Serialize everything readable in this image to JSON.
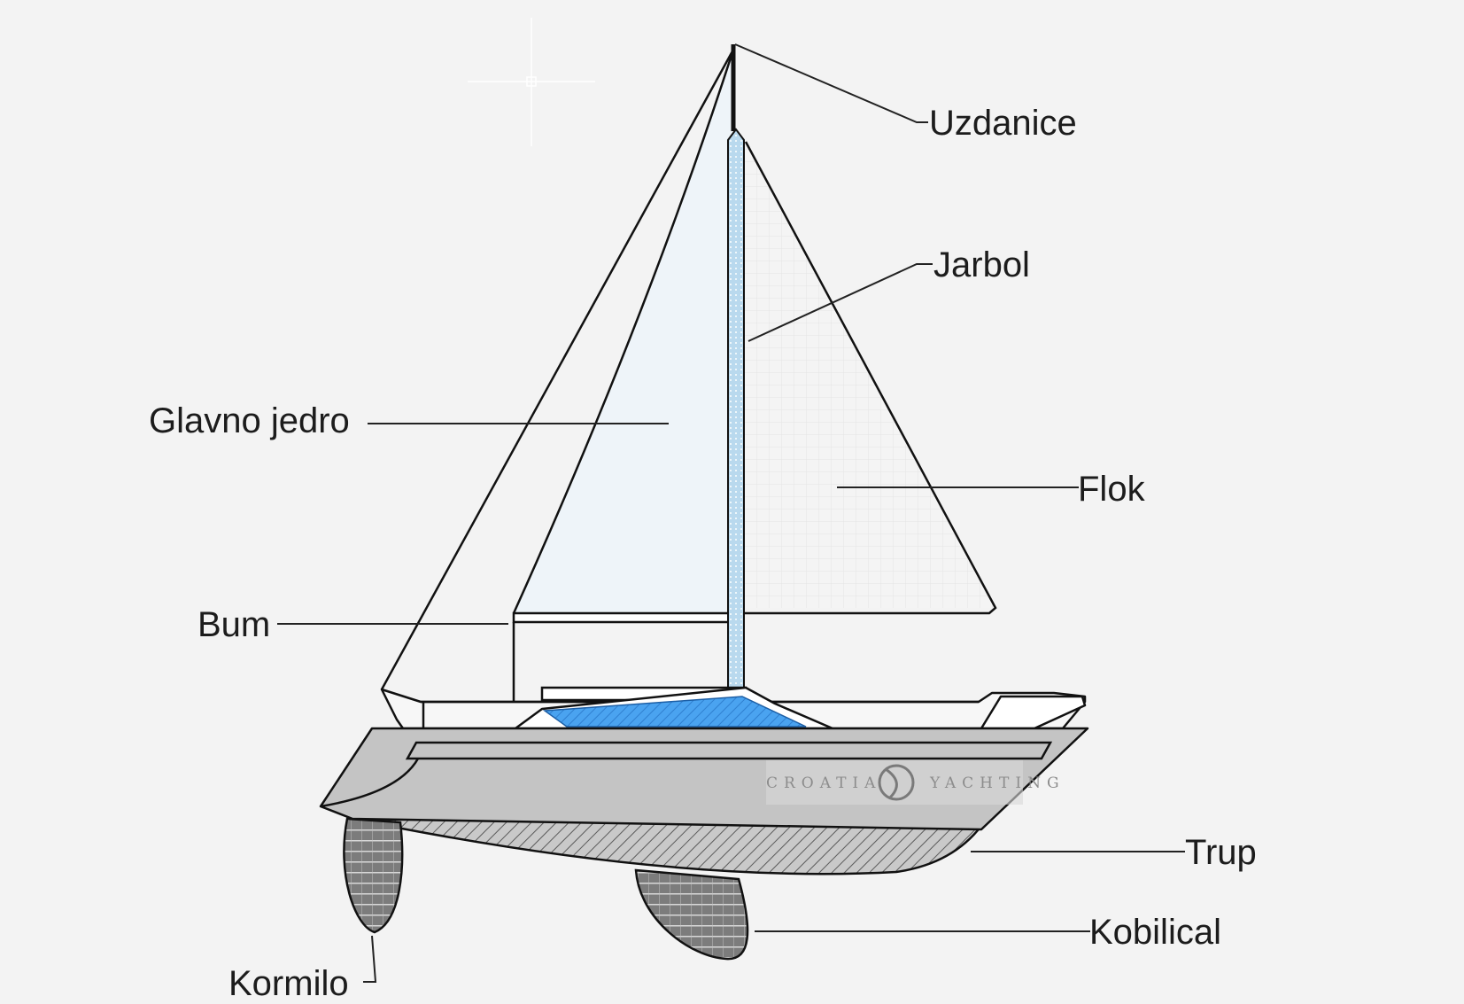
{
  "labels": {
    "uzdanice": "Uzdanice",
    "jarbol": "Jarbol",
    "glavno_jedro": "Glavno jedro",
    "flok": "Flok",
    "bum": "Bum",
    "trup": "Trup",
    "kobilica": "Kobilical",
    "kormilo": "Kormilo"
  },
  "watermark": {
    "left": "CROATIA",
    "right": "YACHTING"
  },
  "colors": {
    "background": "#f3f3f3",
    "hull": "#c4c4c4",
    "deck_window": "#4aa3f0",
    "mast": "#b9d9ee",
    "sail": "#eef4f9",
    "keel": "#9a9a9a"
  }
}
